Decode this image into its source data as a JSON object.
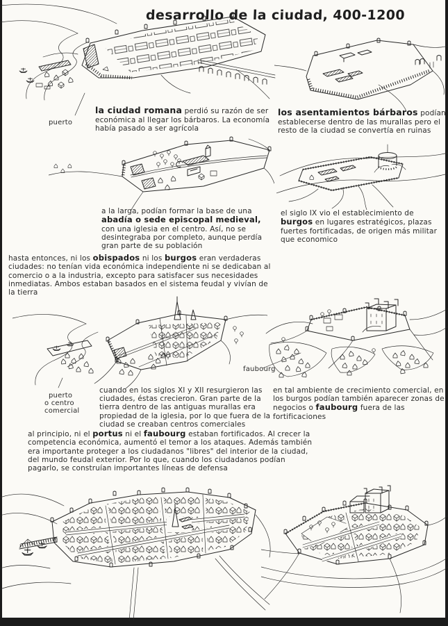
{
  "page": {
    "title": "desarrollo de la ciudad, 400-1200"
  },
  "captions": {
    "roman": {
      "lead": "la ciudad romana",
      "rest": " perdió su razón de ser económica al llegar los bárbaros. La economía había pasado a ser agrícola"
    },
    "barbarian": {
      "lead": "los asentamientos bárbaros",
      "rest": " podían establecerse dentro de las murallas pero el resto de la ciudad se convertía en ruinas"
    },
    "abbey": {
      "pre": "a la larga, podían formar la base de una ",
      "bold": "abadía o sede episcopal medieval,",
      "post": " con una iglesia en el centro. Así, no se desintegraba por completo, aunque perdía gran parte de su población"
    },
    "burgos": {
      "pre": "el siglo IX vio el establecimiento de ",
      "bold": "burgos",
      "post": " en lugares estratégicos, plazas fuertes fortificadas, de origen más militar que economico"
    },
    "feudal": {
      "t1": "hasta entonces, ni los ",
      "b1": "obispados",
      "t2": " ni los ",
      "b2": "burgos",
      "t3": " eran verdaderas ciudades: no tenían vida económica independiente ni se dedicaban al comercio o a la industria, excepto para satisfacer sus necesidades inmediatas. Ambos estaban basados en el sistema feudal y vivían de la tierra"
    },
    "resurgence": {
      "text": "cuando en los siglos XI y XII resurgieron las ciudades, éstas crecieron. Gran parte de la tierra dentro de las antiguas murallas era propiedad de la iglesia, por lo que fuera de la ciudad se creaban centros comerciales"
    },
    "faubourg": {
      "pre": "en tal ambiente de crecimiento comercial, en los burgos podían también aparecer zonas de negocios o ",
      "bold": "faubourg",
      "post": " fuera de las fortificaciones"
    },
    "defense": {
      "t1": "al principio, ni el ",
      "b1": "portus",
      "t2": " ni el ",
      "b2": "faubourg",
      "t3": " estaban fortificados. Al crecer la competencia económica, aumentó el temor a los ataques. Además también era importante proteger a los ciudadanos \"libres\" del interior de la ciudad, del mundo feudal exterior. Por lo que, cuando los ciudadanos podían pagarlo, se construían importantes líneas de defensa"
    }
  },
  "labels": {
    "puerto": "puerto",
    "puerto_centro": [
      "puerto",
      "o centro",
      "comercial"
    ],
    "faubourg": "faubourg"
  },
  "colors": {
    "ink": "#272727",
    "paper": "#fbfaf6"
  }
}
